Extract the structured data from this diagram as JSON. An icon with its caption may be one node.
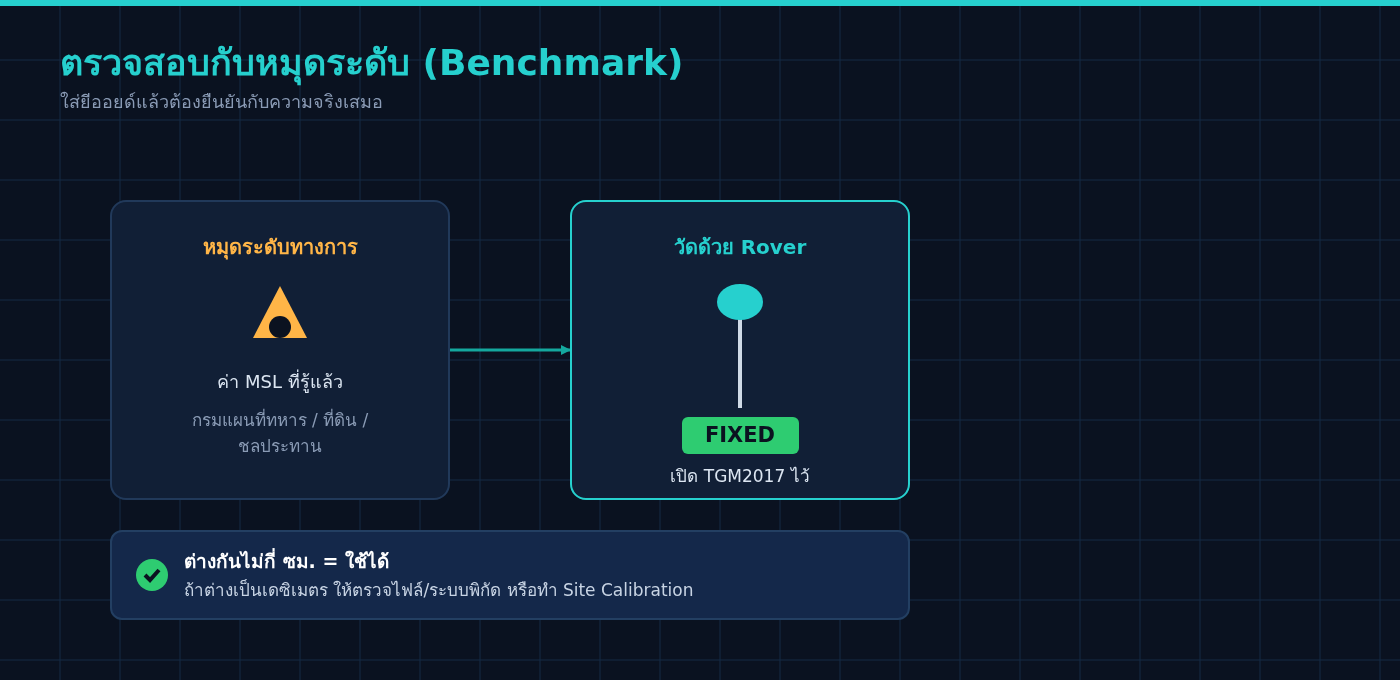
{
  "diagram": {
    "title": "ตรวจสอบกับหมุดระดับ (Benchmark)",
    "caption": "ใส่ยีออยด์แล้วต้องยืนยันกับความจริงเสมอ",
    "nodes": [
      {
        "text": [
          "หมุดระดับทางการ",
          "ค่า MSL ที่รู้แล้ว",
          "กรมแผนที่ทหาร / ที่ดิน / ชลประทาน"
        ]
      },
      {
        "text": [
          "วัดด้วย Rover",
          "เปิด TGM2017 ไว้"
        ]
      },
      {
        "text": [
          "FIXED"
        ],
        "in": 1
      },
      {
        "text": [
          "ต่างกันไม่กี่ ซม. = ใช้ได้",
          "ถ้าต่างเป็นเดซิเมตร ให้ตรวจไฟล์/ระบบพิกัด หรือทำ Site Calibration"
        ]
      }
    ],
    "edges": [
      {
        "from": 0,
        "to": 1,
        "arrow": "to",
        "color": "#14a89e"
      }
    ]
  }
}
